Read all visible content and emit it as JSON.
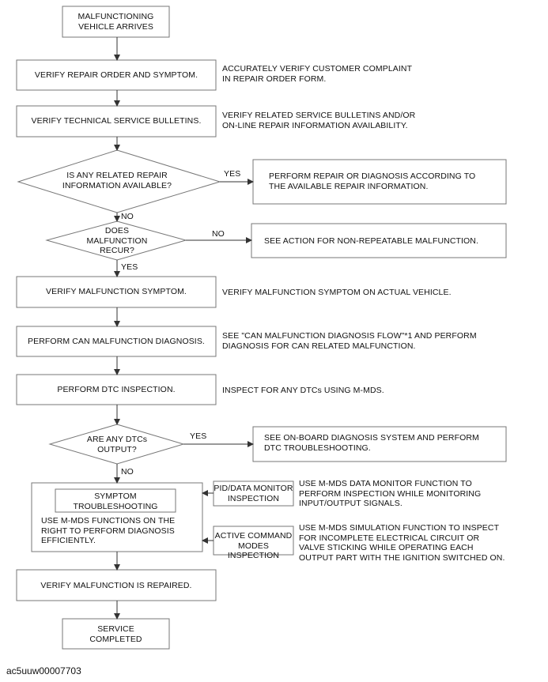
{
  "nodes": {
    "start": "MALFUNCTIONING\nVEHICLE ARRIVES",
    "verify_ro": "VERIFY REPAIR ORDER AND SYMPTOM.",
    "verify_tsb": "VERIFY TECHNICAL SERVICE BULLETINS.",
    "decision_info": "IS ANY RELATED REPAIR\nINFORMATION AVAILABLE?",
    "repair_by_info": "PERFORM REPAIR OR DIAGNOSIS ACCORDING TO\nTHE AVAILABLE REPAIR INFORMATION.",
    "decision_recur": "DOES\nMALFUNCTION\nRECUR?",
    "non_repeat": "SEE ACTION FOR NON-REPEATABLE MALFUNCTION.",
    "verify_symptom": "VERIFY MALFUNCTION SYMPTOM.",
    "can_diag": "PERFORM CAN MALFUNCTION DIAGNOSIS.",
    "dtc_insp": "PERFORM DTC INSPECTION.",
    "decision_dtc": "ARE ANY DTCs\nOUTPUT?",
    "obd": "SEE ON-BOARD DIAGNOSIS SYSTEM AND PERFORM\nDTC TROUBLESHOOTING.",
    "symptom_ts": "SYMPTOM\nTROUBLESHOOTING",
    "symptom_ts_body": "USE M-MDS FUNCTIONS ON THE\nRIGHT TO PERFORM DIAGNOSIS\nEFFICIENTLY.",
    "pid": "PID/DATA MONITOR\nINSPECTION",
    "active": "ACTIVE COMMAND\nMODES INSPECTION",
    "verify_repaired": "VERIFY MALFUNCTION IS REPAIRED.",
    "end": "SERVICE\nCOMPLETED"
  },
  "notes": {
    "verify_ro": "ACCURATELY VERIFY CUSTOMER COMPLAINT\nIN REPAIR ORDER FORM.",
    "verify_tsb": "VERIFY RELATED SERVICE BULLETINS AND/OR\nON-LINE REPAIR INFORMATION AVAILABILITY.",
    "verify_symptom": "VERIFY MALFUNCTION SYMPTOM ON ACTUAL VEHICLE.",
    "can_diag": "SEE \"CAN MALFUNCTION DIAGNOSIS FLOW\"*1 AND PERFORM\nDIAGNOSIS FOR CAN RELATED MALFUNCTION.",
    "dtc_insp": "INSPECT FOR ANY DTCs USING M-MDS.",
    "pid": "USE M-MDS DATA MONITOR FUNCTION TO\nPERFORM INSPECTION WHILE MONITORING\nINPUT/OUTPUT SIGNALS.",
    "active": "USE M-MDS SIMULATION FUNCTION TO INSPECT\nFOR INCOMPLETE ELECTRICAL CIRCUIT OR\nVALVE STICKING WHILE OPERATING EACH\nOUTPUT PART WITH THE IGNITION SWITCHED ON."
  },
  "labels": {
    "yes_info": "YES",
    "no_info": "NO",
    "no_recur": "NO",
    "yes_recur": "YES",
    "yes_dtc": "YES",
    "no_dtc": "NO"
  },
  "footer": "ac5uuw00007703"
}
